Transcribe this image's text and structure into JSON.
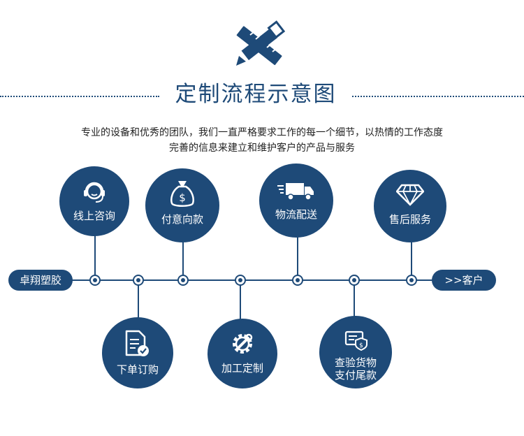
{
  "title": "定制流程示意图",
  "description": {
    "line1": "专业的设备和优秀的团队，我们一直严格要求工作的每一个细节，以热情的工作态度",
    "line2": "完善的信息来建立和维护客户的产品与服务"
  },
  "timeline": {
    "start_label": "卓翔塑胶",
    "end_label": ">>客户"
  },
  "steps": {
    "consult": "线上咨询",
    "order": "下单订购",
    "payment": "付意向款",
    "processing": "加工定制",
    "logistics": "物流配送",
    "inspect_line1": "查验货物",
    "inspect_line2": "支付尾款",
    "aftersale": "售后服务"
  },
  "colors": {
    "primary": "#1e4a78",
    "background": "#ffffff"
  },
  "icons": [
    "pencil-ruler-icon",
    "headset-agent-icon",
    "document-check-icon",
    "money-bag-icon",
    "gear-wrench-icon",
    "delivery-truck-icon",
    "payment-card-icon",
    "diamond-icon"
  ]
}
